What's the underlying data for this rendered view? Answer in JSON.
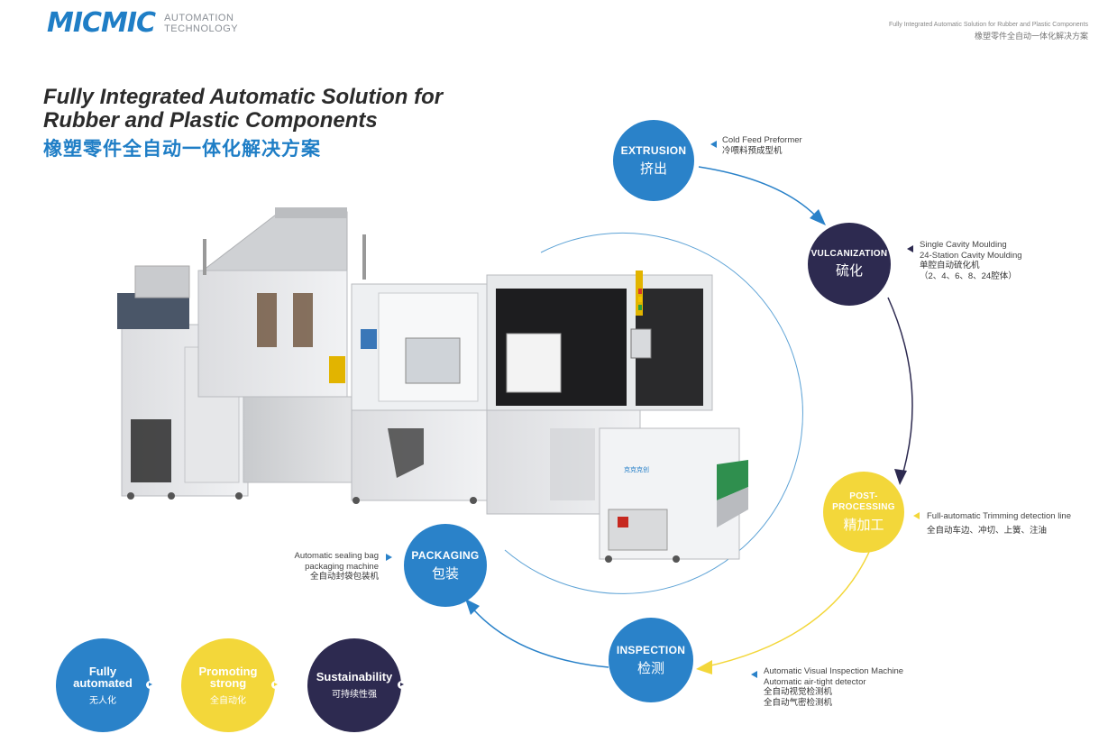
{
  "header": {
    "logo": "MICMIC",
    "logo_sub_1": "AUTOMATION",
    "logo_sub_2": "TECHNOLOGY",
    "top_right_en": "Fully Integrated Automatic Solution for Rubber and Plastic Components",
    "top_right_cn": "橡塑零件全自动一体化解决方案"
  },
  "title": {
    "line1": "Fully Integrated Automatic Solution for",
    "line2": "Rubber and Plastic Components",
    "cn": "橡塑零件全自动一体化解决方案"
  },
  "stages": {
    "extrusion": {
      "en": "EXTRUSION",
      "cn": "挤出"
    },
    "vulcanization": {
      "en": "VULCANIZATION",
      "cn": "硫化"
    },
    "post": {
      "en1": "POST-",
      "en2": "PROCESSING",
      "cn": "精加工"
    },
    "inspection": {
      "en": "INSPECTION",
      "cn": "检测"
    },
    "packaging": {
      "en": "PACKAGING",
      "cn": "包装"
    }
  },
  "notes": {
    "extrusion": {
      "en": "Cold Feed Preformer",
      "cn": "冷喂料预成型机"
    },
    "vulcanization": {
      "en1": "Single Cavity Moulding",
      "en2": "24-Station Cavity Moulding",
      "cn1": "单腔自动硫化机",
      "cn2": "（2、4、6、8、24腔体）"
    },
    "post": {
      "en": "Full-automatic Trimming detection line",
      "cn": "全自动车边、冲切、上簧、注油"
    },
    "inspection": {
      "en1": "Automatic Visual Inspection Machine",
      "en2": "Automatic air-tight detector",
      "cn1": "全自动视觉检测机",
      "cn2": "全自动气密检测机"
    },
    "packaging": {
      "en1": "Automatic sealing bag",
      "en2": "packaging machine",
      "cn": "全自动封袋包装机"
    }
  },
  "features": [
    {
      "en1": "Fully",
      "en2": "automated",
      "cn": "无人化",
      "color": "#2a82c9"
    },
    {
      "en1": "Promoting",
      "en2": "strong",
      "cn": "全自动化",
      "color": "#f3d73a"
    },
    {
      "en1": "Sustainability",
      "en2": "",
      "cn": "可持续性强",
      "color": "#2d2a50"
    }
  ],
  "machine_label": "克克克创",
  "colors": {
    "blue": "#2a82c9",
    "dark": "#2d2a50",
    "yellow": "#f3d73a"
  }
}
